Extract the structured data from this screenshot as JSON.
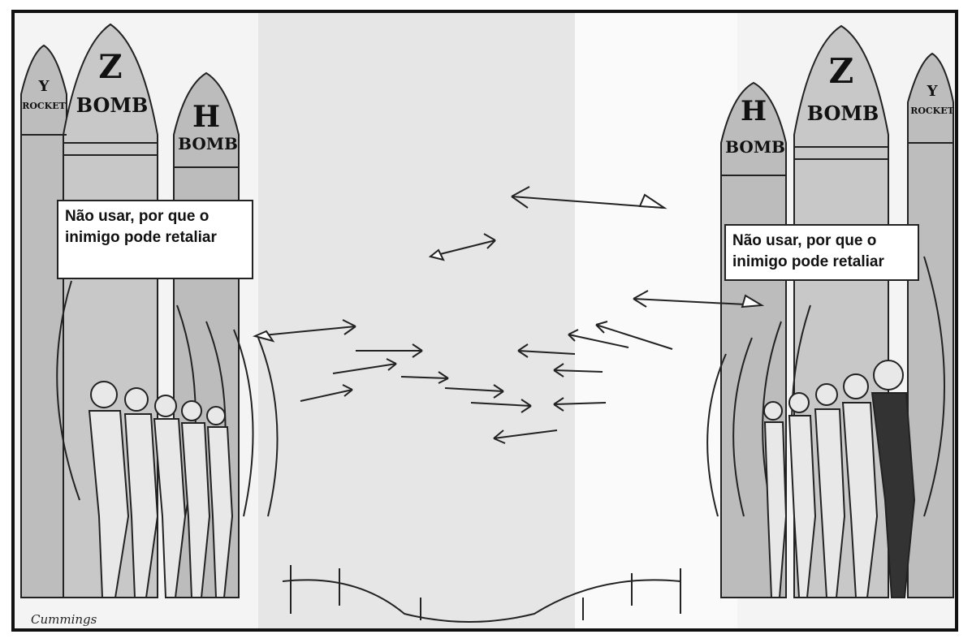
{
  "caption_left": "Não usar, por que o\ninimigo pode retaliar",
  "caption_right": "Não usar, por que o\ninimigo pode retaliar",
  "rockets": {
    "y_top": "Y",
    "y_bottom": "ROCKET",
    "z_top": "Z",
    "z_bottom": "BOMB",
    "h_top": "H",
    "h_bottom": "BOMB"
  },
  "signature": "Cummings",
  "icons": {
    "rocket": "rocket-icon",
    "arrow": "arrow-icon",
    "archer": "archer-icon"
  }
}
